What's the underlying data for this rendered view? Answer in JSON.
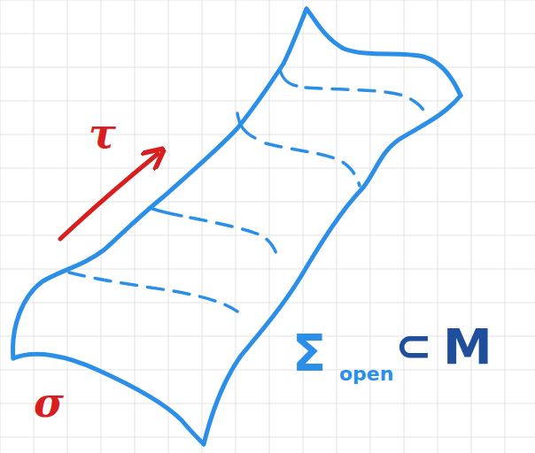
{
  "diagram": {
    "labels": [
      "τ",
      "σ",
      "Σ",
      "open",
      "⊂",
      "M"
    ]
  }
}
